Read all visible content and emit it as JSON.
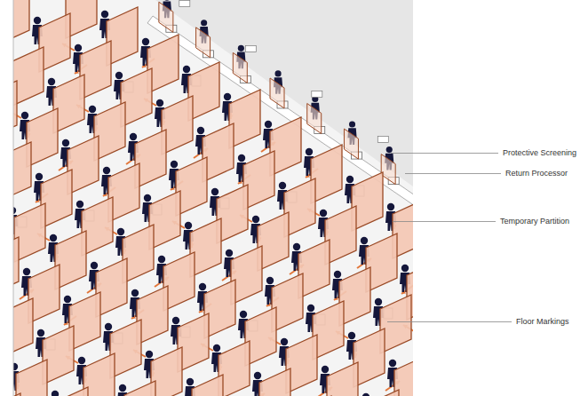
{
  "diagram": {
    "labels": [
      "Protective Screening",
      "Return Processor",
      "Temporary Partition",
      "Floor Markings"
    ]
  }
}
